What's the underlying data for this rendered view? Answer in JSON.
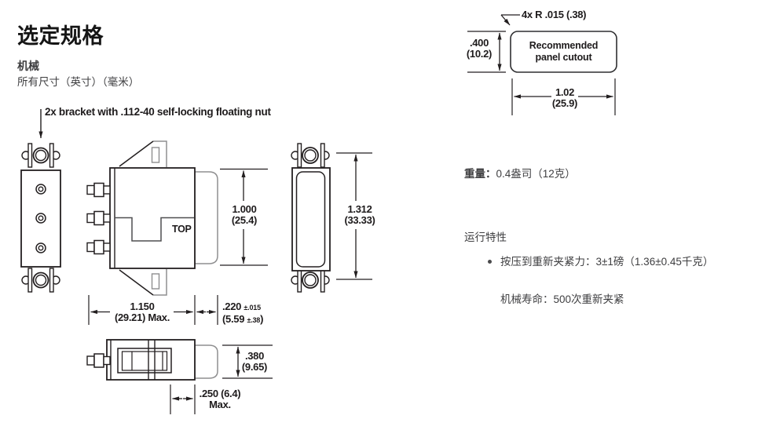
{
  "header": {
    "title": "选定规格",
    "section_heading": "机械",
    "dimension_note": "所有尺寸（英寸）（毫米）"
  },
  "drawing": {
    "bracket_note_line1": "2x bracket with .112-40",
    "bracket_note_line2": "self-locking floating nut",
    "top_view_label": "TOP",
    "dim_front_height_in": "1.000",
    "dim_front_height_mm": "(25.4)",
    "dim_side_height_in": "1.312",
    "dim_side_height_mm": "(33.33)",
    "dim_width_in": "1.150",
    "dim_width_mm": "(29.21) Max.",
    "dim_bezel_depth_in": ".220",
    "dim_bezel_depth_in_tol": "±.015",
    "dim_bezel_depth_mm": "(5.59",
    "dim_bezel_depth_mm_tol": "±.38",
    "dim_bezel_depth_mm_close": ")",
    "dim_body_height_in": ".380",
    "dim_body_height_mm": "(9.65)",
    "dim_offset_in": ".250 (6.4)",
    "dim_offset_max": "Max.",
    "cutout": {
      "radius_note": "4x R .015 (.38)",
      "label_line1": "Recommended",
      "label_line2": "panel cutout",
      "height_in": ".400",
      "height_mm": "(10.2)",
      "width_in": "1.02",
      "width_mm": "(25.9)"
    }
  },
  "specs": {
    "weight_label": "重量：",
    "weight_value": "0.4盎司（12克）",
    "operating_heading": "运行特性",
    "operating_bullet": "按压到重新夹紧力：3±1磅（1.36±0.45千克）",
    "mechanical_life": "机械寿命：500次重新夹紧"
  },
  "colors": {
    "line": "#231f20",
    "light_line": "#8f8f90",
    "body_text": "#3e3e40"
  }
}
